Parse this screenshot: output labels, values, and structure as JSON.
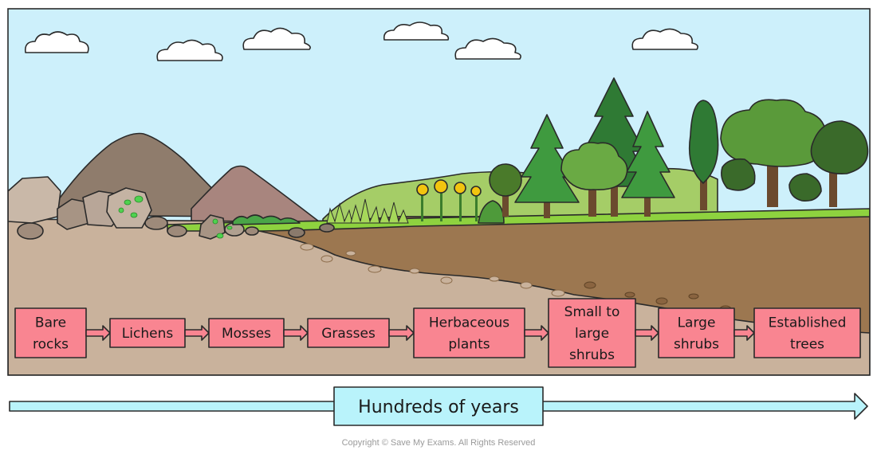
{
  "stages": [
    {
      "lines": [
        "Bare",
        "rocks"
      ]
    },
    {
      "lines": [
        "Lichens"
      ]
    },
    {
      "lines": [
        "Mosses"
      ]
    },
    {
      "lines": [
        "Grasses"
      ]
    },
    {
      "lines": [
        "Herbaceous",
        "plants"
      ]
    },
    {
      "lines": [
        "Small to",
        "large",
        "shrubs"
      ]
    },
    {
      "lines": [
        "Large",
        "shrubs"
      ]
    },
    {
      "lines": [
        "Established",
        "trees"
      ]
    }
  ],
  "timeline": {
    "label": "Hundreds of years"
  },
  "footer": {
    "copyright": "Copyright © Save My Exams. All Rights Reserved"
  },
  "colors": {
    "sky": "#cdf0fb",
    "stage_box": "#f98591",
    "arrow": "#b9f3fb",
    "soil_light": "#c9b29c",
    "soil_dark": "#9c7750",
    "grass": "#8ed23f"
  }
}
